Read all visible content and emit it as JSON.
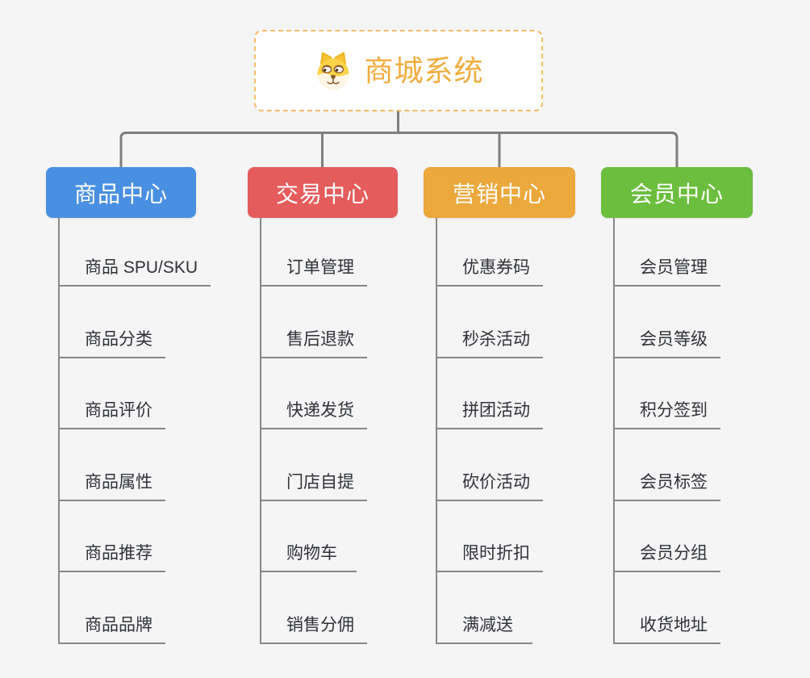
{
  "root": {
    "title": "商城系统",
    "icon": "dog-face-icon"
  },
  "branches": [
    {
      "label": "商品中心",
      "color": "#4a90e2",
      "items": [
        "商品 SPU/SKU",
        "商品分类",
        "商品评价",
        "商品属性",
        "商品推荐",
        "商品品牌"
      ]
    },
    {
      "label": "交易中心",
      "color": "#e55c5c",
      "items": [
        "订单管理",
        "售后退款",
        "快递发货",
        "门店自提",
        "购物车",
        "销售分佣"
      ]
    },
    {
      "label": "营销中心",
      "color": "#eba83c",
      "items": [
        "优惠券码",
        "秒杀活动",
        "拼团活动",
        "砍价活动",
        "限时折扣",
        "满减送"
      ]
    },
    {
      "label": "会员中心",
      "color": "#6cbe3f",
      "items": [
        "会员管理",
        "会员等级",
        "积分签到",
        "会员标签",
        "会员分组",
        "收货地址"
      ]
    }
  ],
  "colors": {
    "background": "#f5f5f6",
    "connector": "#7e7e7e",
    "branch_underline": "#878787",
    "root_text": "#f2ac3e",
    "root_border": "#f5be6b",
    "item_text": "#2f3237",
    "header_text": "#ffffff"
  }
}
